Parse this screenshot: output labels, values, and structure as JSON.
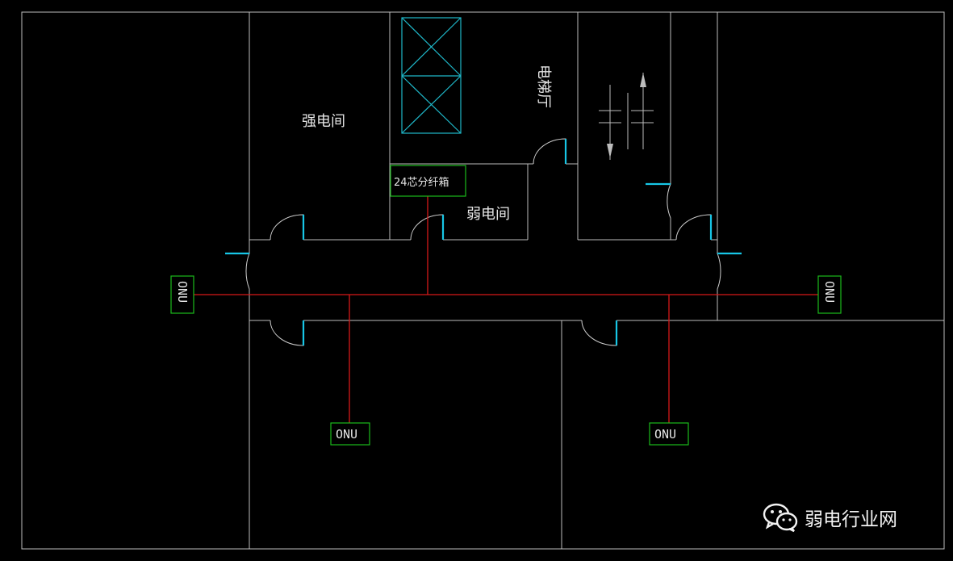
{
  "rooms": {
    "strong_room": "强电间",
    "weak_room": "弱电间",
    "elevator_room": "电梯厅"
  },
  "fiber_box": {
    "label": "24芯分纤箱"
  },
  "onu": {
    "left": "ONU",
    "right": "ONU",
    "bottom_left": "ONU",
    "bottom_right": "ONU"
  },
  "watermark": {
    "text": "弱电行业网",
    "icon": "wechat-icon"
  },
  "colors": {
    "background": "#000000",
    "wall": "#bdbdbd",
    "door_jamb": "#17c6e6",
    "shaft": "#1fb8c9",
    "cable": "#d61818",
    "equipment_box": "#1aba1a"
  }
}
